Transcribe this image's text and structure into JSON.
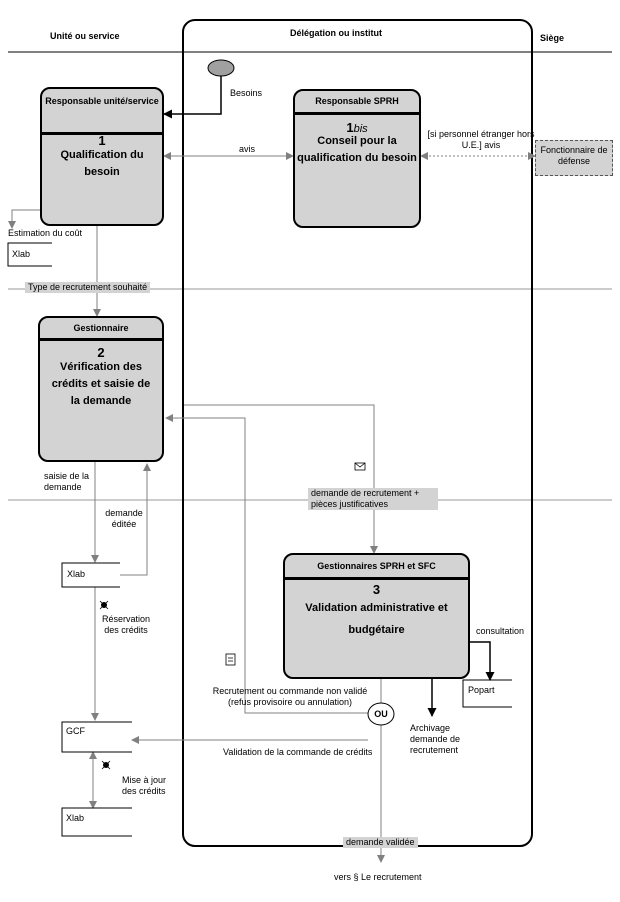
{
  "columns": {
    "left": "Unité ou service",
    "middle": "Délégation ou institut",
    "right": "Siège"
  },
  "start_event": {
    "label": "Besoins"
  },
  "processes": {
    "p1": {
      "role": "Responsable unité/service",
      "number": "1",
      "title": "Qualification du besoin"
    },
    "p1bis": {
      "role": "Responsable SPRH",
      "number": "1",
      "number_suffix": "bis",
      "title": "Conseil pour la qualification du besoin"
    },
    "p2": {
      "role": "Gestionnaire",
      "number": "2",
      "title": "Vérification des crédits et saisie de la demande"
    },
    "p3": {
      "role": "Gestionnaires SPRH et SFC",
      "number": "3",
      "title": "Validation administrative et budgétaire"
    }
  },
  "external_entity": {
    "label": "Fonctionnaire de défense"
  },
  "data_stores": {
    "xlab1": "Xlab",
    "xlab2": "Xlab",
    "gcf": "GCF",
    "xlab3": "Xlab",
    "popart": "Popart"
  },
  "flows": {
    "avis": "avis",
    "etranger": "[si personnel étranger hors U.E.] avis",
    "estimation": "Estimation du coût",
    "type_recrutement": "Type de recrutement souhaité",
    "saisie": "saisie de la demande",
    "demande_editee": "demande éditée",
    "demande_recrutement": "demande de recrutement + pièces justificatives",
    "reservation": "Réservation des crédits",
    "consultation": "consultation",
    "non_valide": "Recrutement ou commande non validé (refus provisoire ou annulation)",
    "validation_commande": "Validation de la commande de crédits",
    "archivage": "Archivage demande de recrutement",
    "mise_a_jour": "Mise à jour des crédits",
    "demande_validee": "demande validée",
    "vers": "vers § Le recrutement"
  },
  "gateway": {
    "label": "OU"
  },
  "colors": {
    "box_fill": "#d3d3d3",
    "lines": "#808080",
    "ink": "#000000"
  }
}
